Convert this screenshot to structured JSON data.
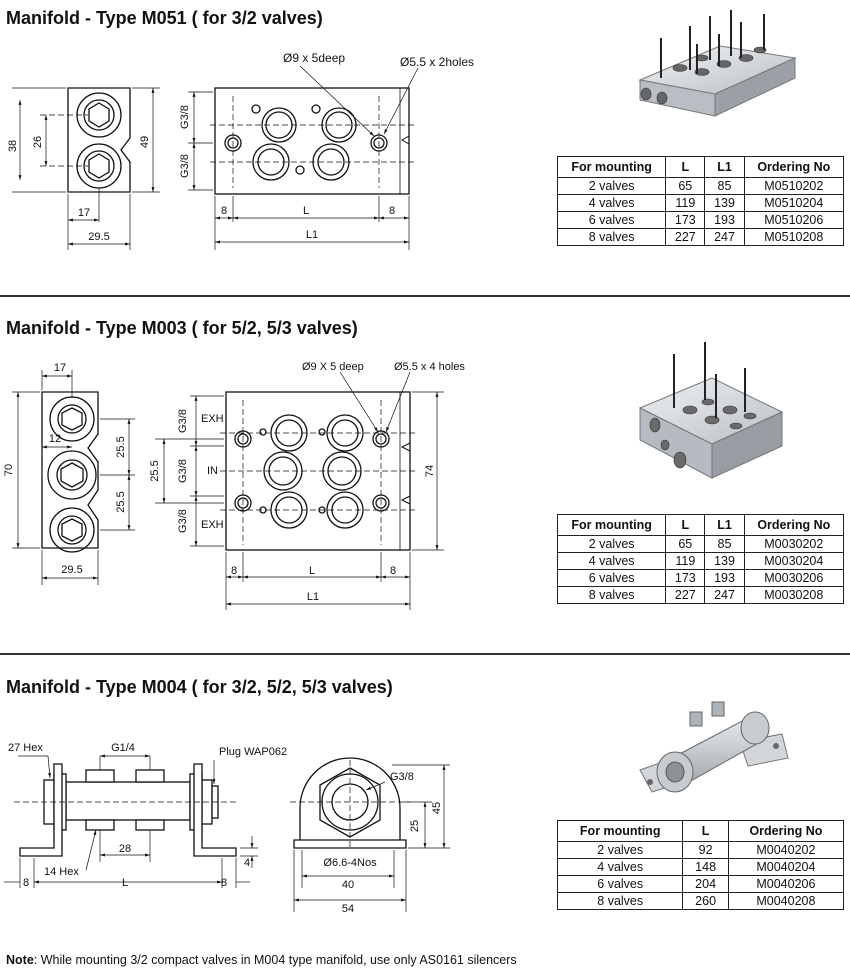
{
  "sections": [
    {
      "title": "Manifold - Type M051 ( for 3/2 valves)",
      "end_view": {
        "dims": [
          "38",
          "26",
          "49",
          "17",
          "29.5"
        ]
      },
      "top_view": {
        "callouts": [
          "Ø9 x 5deep",
          "Ø5.5 x 2holes"
        ],
        "ports": [
          "G3/8",
          "G3/8"
        ],
        "dims": [
          "8",
          "L",
          "8",
          "L1"
        ]
      },
      "table": {
        "headers": [
          "For mounting",
          "L",
          "L1",
          "Ordering No"
        ],
        "rows": [
          [
            "2 valves",
            "65",
            "85",
            "M0510202"
          ],
          [
            "4 valves",
            "119",
            "139",
            "M0510204"
          ],
          [
            "6 valves",
            "173",
            "193",
            "M0510206"
          ],
          [
            "8 valves",
            "227",
            "247",
            "M0510208"
          ]
        ]
      }
    },
    {
      "title": "Manifold - Type M003 ( for 5/2, 5/3 valves)",
      "end_view": {
        "dims": [
          "17",
          "12",
          "70",
          "25.5",
          "25.5",
          "29.5"
        ]
      },
      "top_view": {
        "callouts": [
          "Ø9 X 5 deep",
          "Ø5.5 x 4 holes"
        ],
        "ports": [
          "G3/8",
          "G3/8",
          "G3/8"
        ],
        "port_names": [
          "EXH",
          "IN",
          "EXH"
        ],
        "dims": [
          "25.5",
          "74",
          "8",
          "L",
          "8",
          "L1"
        ]
      },
      "table": {
        "headers": [
          "For mounting",
          "L",
          "L1",
          "Ordering No"
        ],
        "rows": [
          [
            "2 valves",
            "65",
            "85",
            "M0030202"
          ],
          [
            "4 valves",
            "119",
            "139",
            "M0030204"
          ],
          [
            "6 valves",
            "173",
            "193",
            "M0030206"
          ],
          [
            "8 valves",
            "227",
            "247",
            "M0030208"
          ]
        ]
      }
    },
    {
      "title": "Manifold - Type M004 ( for 3/2, 5/2, 5/3 valves)",
      "side_view": {
        "callouts": [
          "27 Hex",
          "G1/4",
          "Plug WAP062",
          "14 Hex"
        ],
        "dims": [
          "28",
          "4",
          "8",
          "L",
          "8"
        ]
      },
      "end_view": {
        "callouts": [
          "G3/8",
          "Ø6.6-4Nos"
        ],
        "dims": [
          "25",
          "45",
          "40",
          "54"
        ]
      },
      "table": {
        "headers": [
          "For mounting",
          "L",
          "Ordering No"
        ],
        "rows": [
          [
            "2 valves",
            "92",
            "M0040202"
          ],
          [
            "4 valves",
            "148",
            "M0040204"
          ],
          [
            "6 valves",
            "204",
            "M0040206"
          ],
          [
            "8 valves",
            "260",
            "M0040208"
          ]
        ]
      }
    }
  ],
  "note": {
    "label": "Note",
    "text": ": While mounting 3/2 compact valves in M004 type manifold, use only AS0161 silencers"
  }
}
